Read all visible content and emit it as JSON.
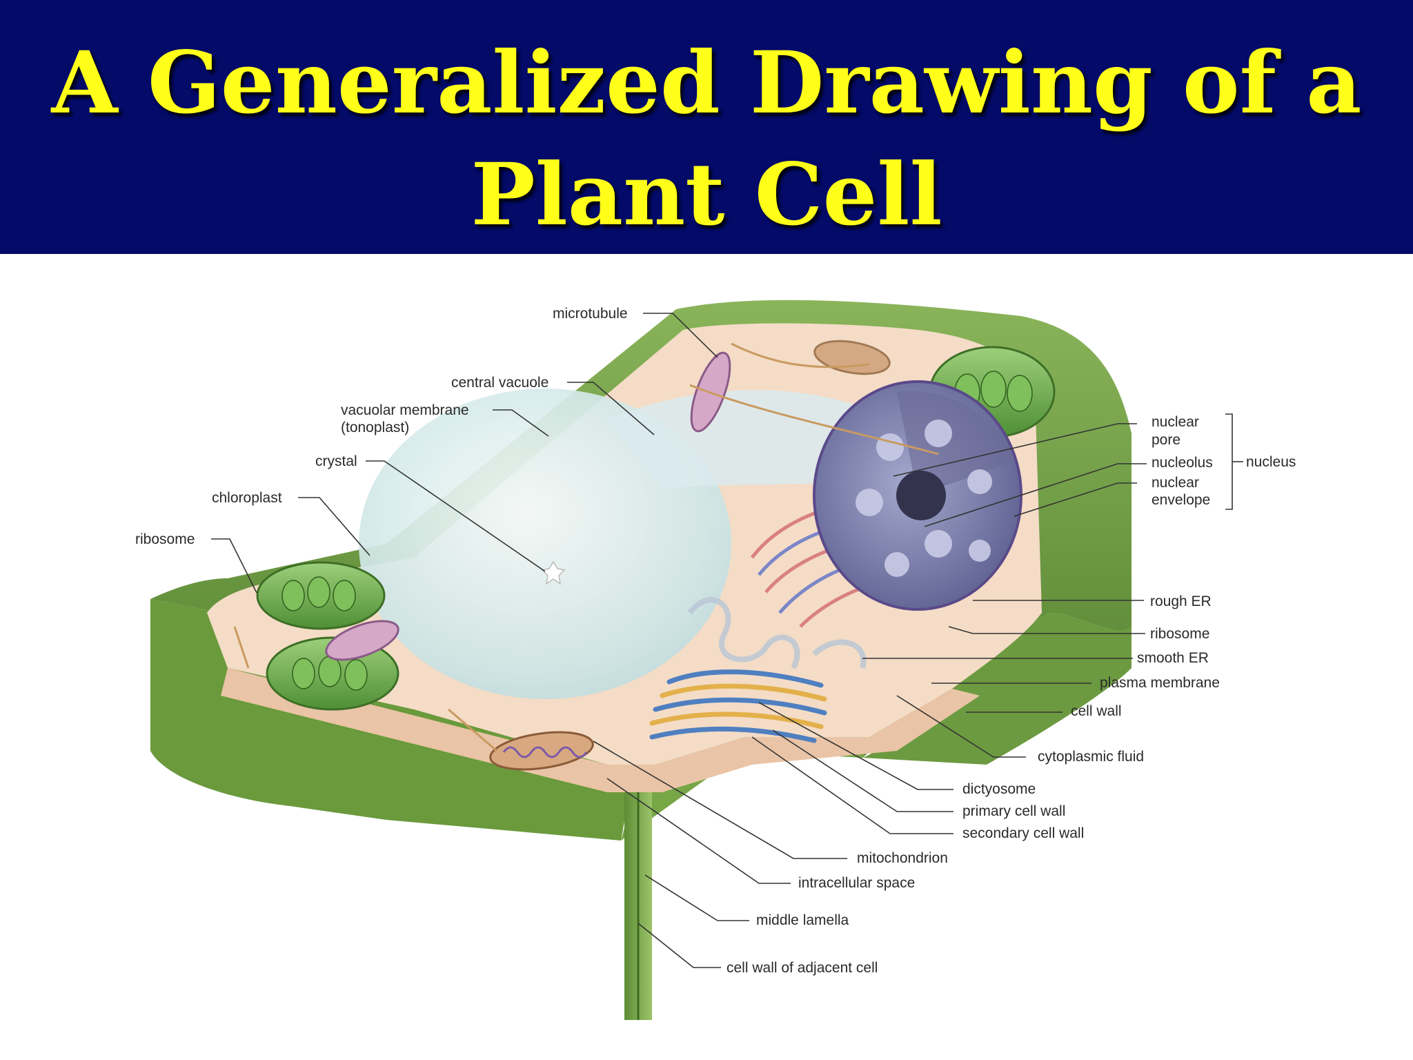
{
  "title": {
    "line1": "A Generalized Drawing of a",
    "line2": "Plant Cell"
  },
  "labels": {
    "microtubule": "microtubule",
    "central_vacuole": "central vacuole",
    "vacuolar_membrane": "vacuolar membrane",
    "tonoplast": "(tonoplast)",
    "crystal": "crystal",
    "chloroplast": "chloroplast",
    "ribosome_left": "ribosome",
    "nuclear_pore_1": "nuclear",
    "nuclear_pore_2": "pore",
    "nucleolus": "nucleolus",
    "nuclear_envelope_1": "nuclear",
    "nuclear_envelope_2": "envelope",
    "nucleus": "nucleus",
    "rough_er": "rough ER",
    "ribosome_right": "ribosome",
    "smooth_er": "smooth ER",
    "plasma_membrane": "plasma membrane",
    "cell_wall": "cell wall",
    "cytoplasmic_fluid": "cytoplasmic fluid",
    "dictyosome": "dictyosome",
    "primary_cell_wall": "primary cell wall",
    "secondary_cell_wall": "secondary cell wall",
    "mitochondrion": "mitochondrion",
    "intracellular_space": "intracellular space",
    "middle_lamella": "middle lamella",
    "cell_wall_adjacent": "cell wall of adjacent cell"
  },
  "colors": {
    "title_bg": "#030a68",
    "title_text": "#ffff1a",
    "cell_wall_green": "#6f9e42",
    "cytoplasm": "#f6dfcb",
    "vacuole": "#d9ecec",
    "nucleus": "#7a7da8"
  }
}
